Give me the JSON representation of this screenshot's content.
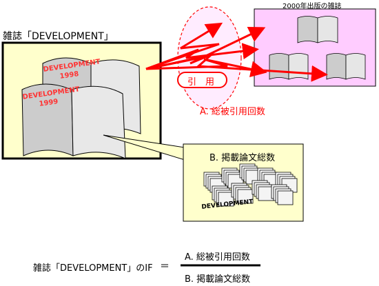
{
  "journal_label": "雑誌「DEVELOPMENT」",
  "books": [
    {
      "title": "DEVELOPMENT",
      "year": "1998"
    },
    {
      "title": "DEVELOPMENT",
      "year": "1999"
    }
  ],
  "citing_journals_label": "2000年出版の雑誌",
  "citation_badge": "引　用",
  "label_a": "A. 総被引用回数",
  "label_b": "B. 掲載論文総数",
  "papers_stack_label": "DEVELOPMENT",
  "formula": {
    "left": "雑誌「DEVELOPMENT」のIF",
    "equals": "＝",
    "numerator": "A. 総被引用回数",
    "denominator": "B. 掲載論文総数"
  },
  "colors": {
    "panel_fill": "#ffffcc",
    "citing_fill": "#ffccff",
    "arrow": "#ff0000",
    "ellipse_fill": "#ffc8ff",
    "book_text": "#ff3333",
    "book_gray": "#cccccc"
  }
}
